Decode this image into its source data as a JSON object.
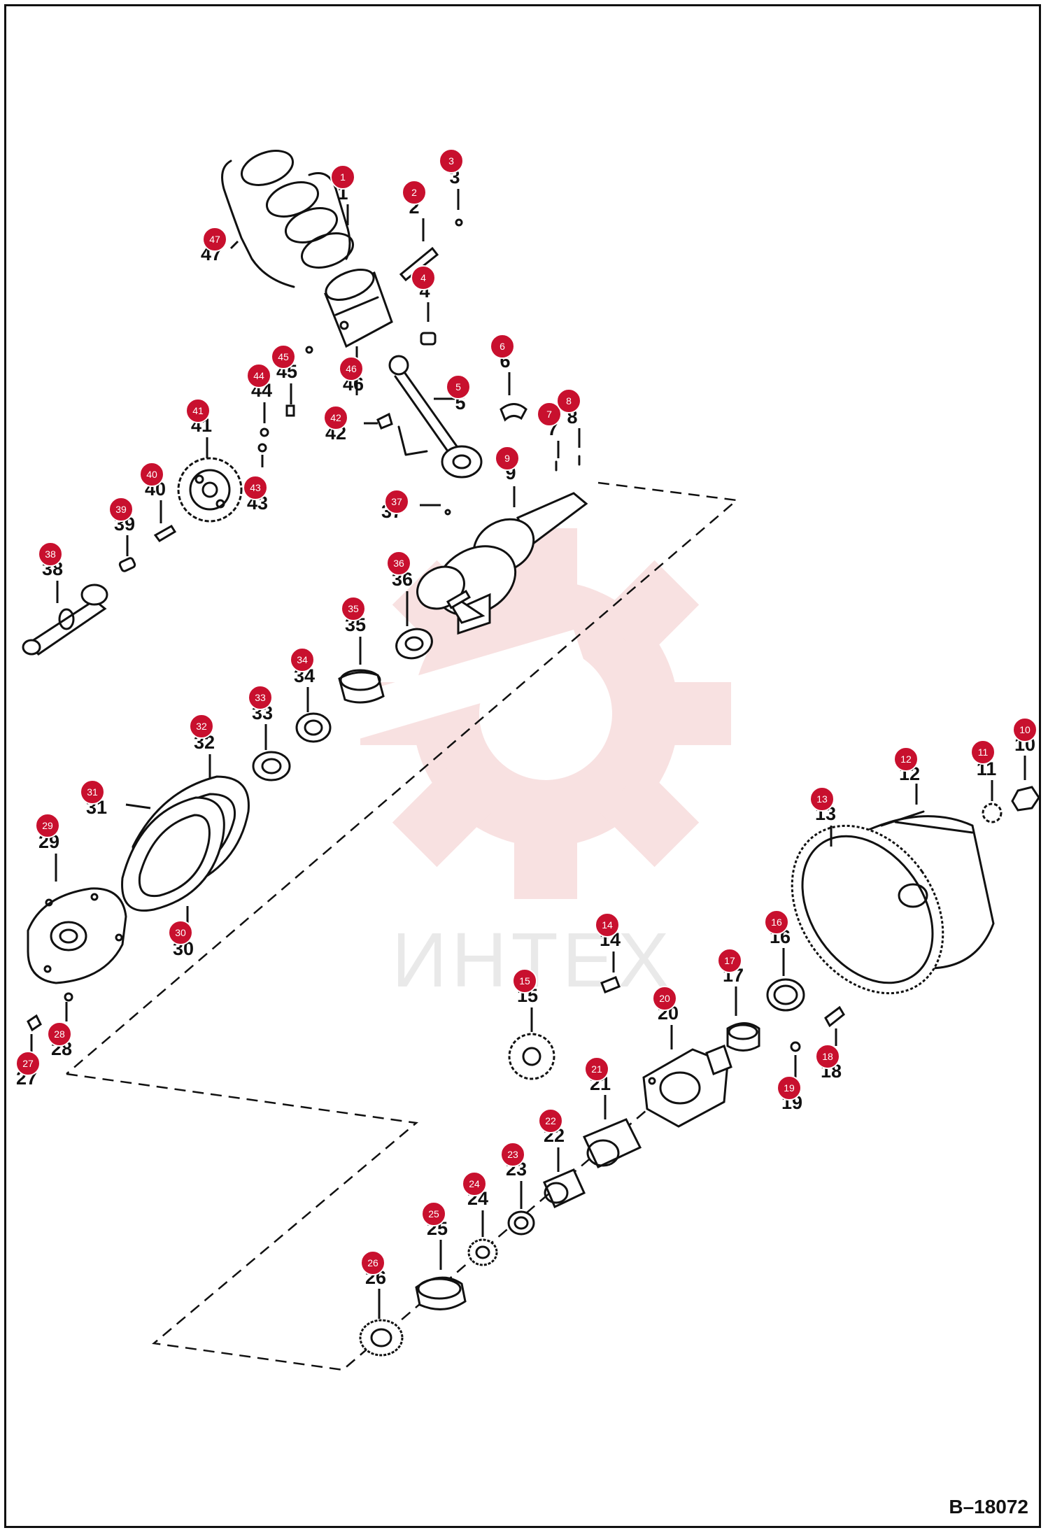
{
  "drawing": {
    "reference_code": "B–18072",
    "watermark": "ИНТЕХ",
    "accent_color": "#c8102e",
    "watermark_color": "#f4c9c9"
  },
  "callouts": [
    {
      "id": "1",
      "label": "1"
    },
    {
      "id": "2",
      "label": "2"
    },
    {
      "id": "3",
      "label": "3"
    },
    {
      "id": "4",
      "label": "4"
    },
    {
      "id": "5",
      "label": "5"
    },
    {
      "id": "6",
      "label": "6"
    },
    {
      "id": "7",
      "label": "7"
    },
    {
      "id": "8",
      "label": "8"
    },
    {
      "id": "9",
      "label": "9"
    },
    {
      "id": "10",
      "label": "10"
    },
    {
      "id": "11",
      "label": "11"
    },
    {
      "id": "12",
      "label": "12"
    },
    {
      "id": "13",
      "label": "13"
    },
    {
      "id": "14",
      "label": "14"
    },
    {
      "id": "15",
      "label": "15"
    },
    {
      "id": "16",
      "label": "16"
    },
    {
      "id": "17",
      "label": "17"
    },
    {
      "id": "18",
      "label": "18"
    },
    {
      "id": "19",
      "label": "19"
    },
    {
      "id": "20",
      "label": "20"
    },
    {
      "id": "21",
      "label": "21"
    },
    {
      "id": "22",
      "label": "22"
    },
    {
      "id": "23",
      "label": "23"
    },
    {
      "id": "24",
      "label": "24"
    },
    {
      "id": "25",
      "label": "25"
    },
    {
      "id": "26",
      "label": "26"
    },
    {
      "id": "27",
      "label": "27"
    },
    {
      "id": "28",
      "label": "28"
    },
    {
      "id": "29",
      "label": "29"
    },
    {
      "id": "30",
      "label": "30"
    },
    {
      "id": "31",
      "label": "31"
    },
    {
      "id": "32",
      "label": "32"
    },
    {
      "id": "33",
      "label": "33"
    },
    {
      "id": "34",
      "label": "34"
    },
    {
      "id": "35",
      "label": "35"
    },
    {
      "id": "36",
      "label": "36"
    },
    {
      "id": "37",
      "label": "37"
    },
    {
      "id": "38",
      "label": "38"
    },
    {
      "id": "39",
      "label": "39"
    },
    {
      "id": "40",
      "label": "40"
    },
    {
      "id": "41",
      "label": "41"
    },
    {
      "id": "42",
      "label": "42"
    },
    {
      "id": "43",
      "label": "43"
    },
    {
      "id": "44",
      "label": "44"
    },
    {
      "id": "45",
      "label": "45"
    },
    {
      "id": "46",
      "label": "46"
    },
    {
      "id": "47",
      "label": "47"
    }
  ]
}
